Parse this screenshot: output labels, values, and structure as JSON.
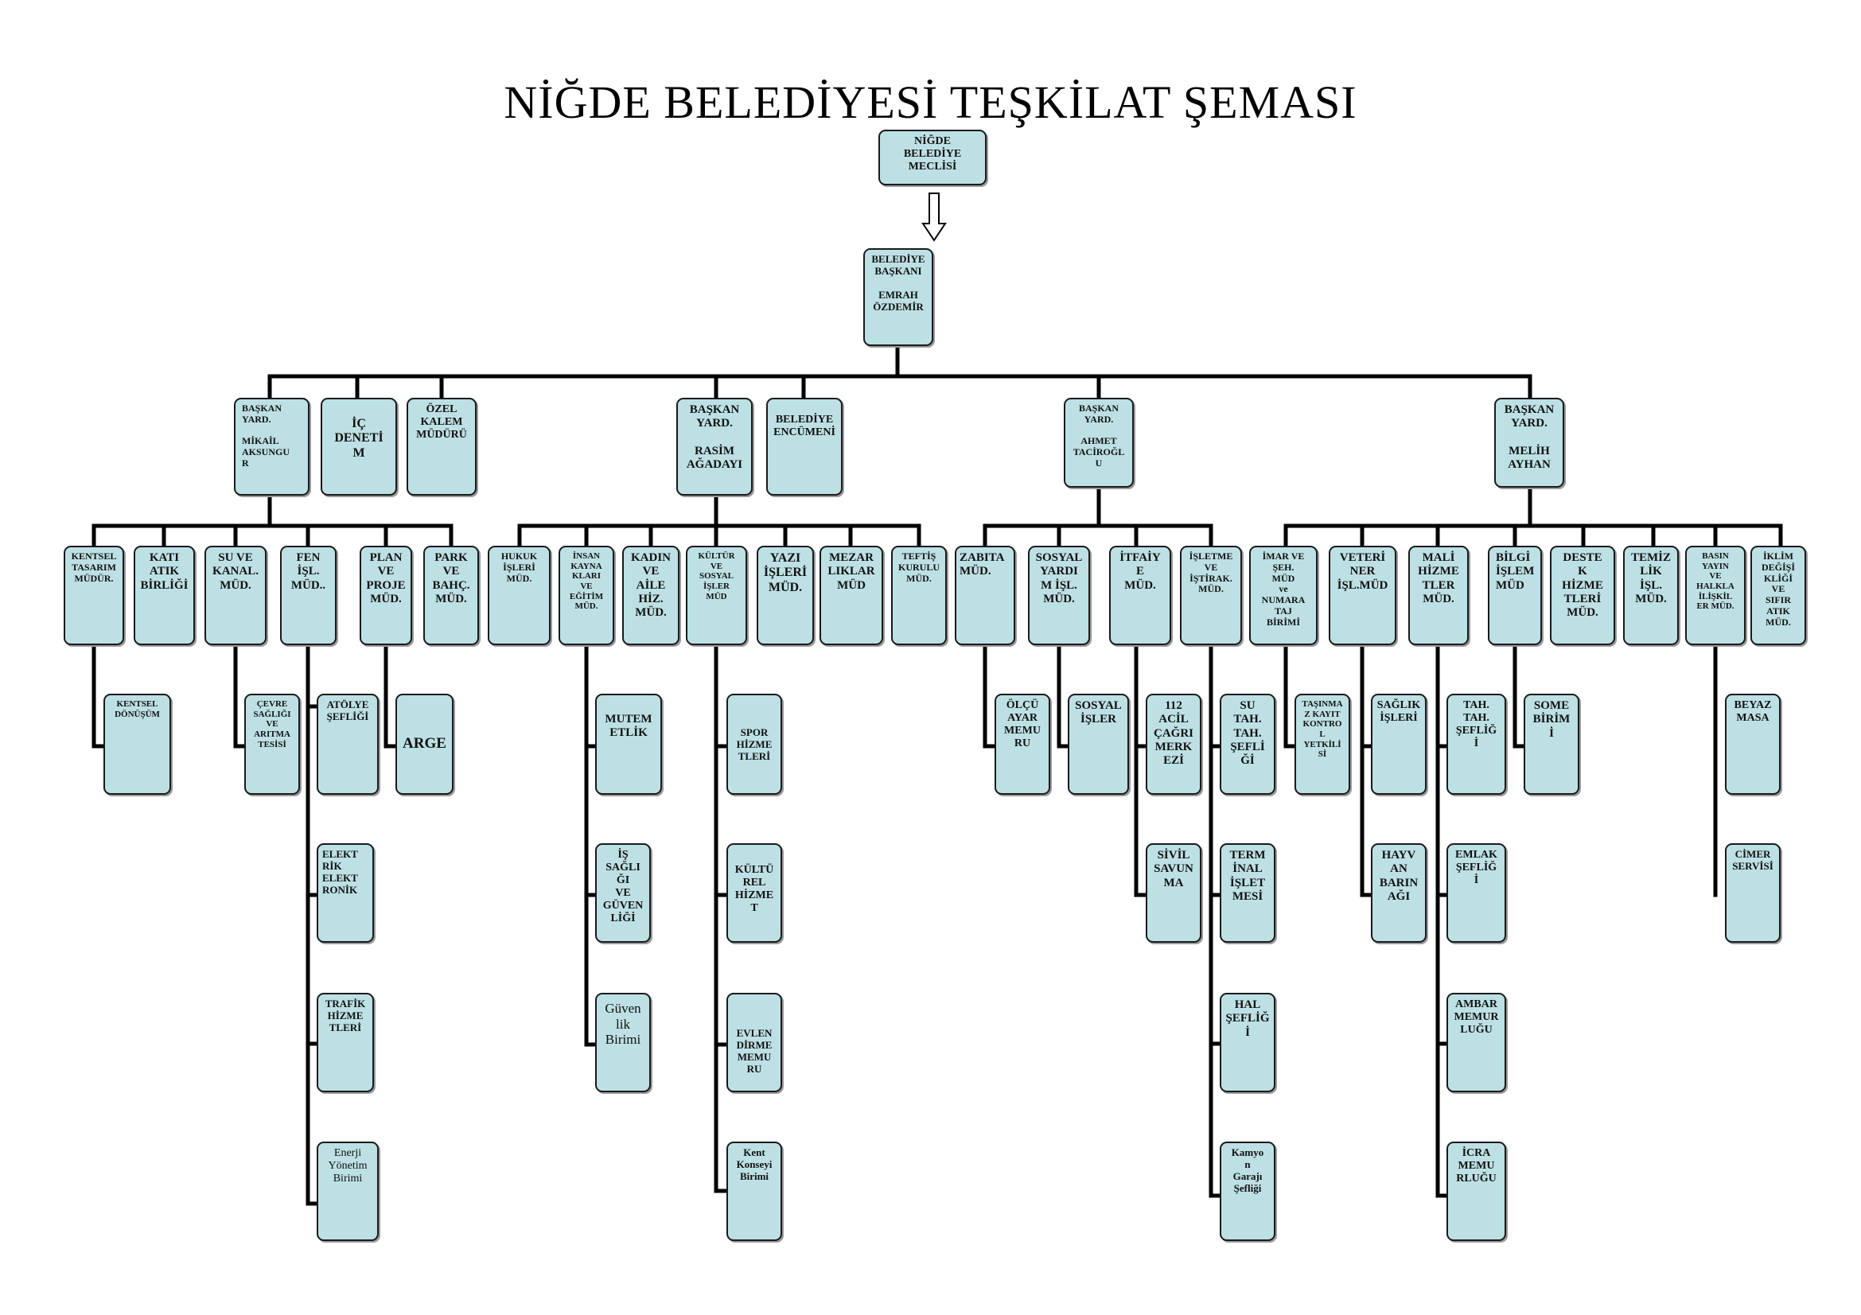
{
  "title": "NİĞDE BELEDİYESİ TEŞKİLAT ŞEMASI",
  "box_fill": "#bde0e4",
  "line_color": "#000000",
  "nodes": {
    "meclis": "NİĞDE\nBELEDİYE\nMECLİSİ",
    "baskan": "BELEDİYE\nBAŞKANI\n\nEMRAH\nÖZDEMİR",
    "by_mikail": "BAŞKAN\nYARD.\n\nMİKAİL\nAKSUNGU\nR",
    "ic_denetim": "İÇ\nDENETİ\nM",
    "ozel_kalem": "ÖZEL\nKALEM\nMÜDÜRÜ",
    "by_rasim": "BAŞKAN\nYARD.\n\nRASİM\nAĞADAYI",
    "encumen": "BELEDİYE\nENCÜMENİ",
    "by_ahmet": "BAŞKAN\nYARD.\n\nAHMET\nTACİROĞL\nU",
    "by_melih": "BAŞKAN\nYARD.\n\nMELİH\nAYHAN",
    "kentsel_tasarim": "KENTSEL\nTASARIM\nMÜDÜR.",
    "kati_atik": "KATI\nATIK\nBİRLİĞİ",
    "su_kanal": "SU VE\nKANAL.\nMÜD.",
    "fen_isl": "FEN\nİŞL.\nMÜD..",
    "plan_proje": "PLAN\nVE\nPROJE\nMÜD.",
    "park_bahce": "PARK\nVE\nBAHÇ.\nMÜD.",
    "kentsel_donusum": "KENTSEL\nDÖNÜŞÜM",
    "cevre_sagligi": "ÇEVRE\nSAĞLIĞI\nVE\nARITMA\nTESİSİ",
    "atolye": "ATÖLYE\nŞEFLİĞİ",
    "elektrik": "ELEKT\nRİK\nELEKT\nRONİK",
    "trafik": "TRAFİK\nHİZME\nTLERİ",
    "enerji": "Enerji\nYönetim\nBirimi",
    "arge": "ARGE",
    "hukuk": "HUKUK\nİŞLERİ\nMÜD.",
    "insan_kaynaklari": "İNSAN\nKAYNA\nKLARI\nVE\nEĞİTİM\nMÜD.",
    "kadin_aile": "KADIN\nVE\nAİLE\nHİZ.\nMÜD.",
    "kultur_sosyal": "KÜLTÜR\nVE\nSOSYAL\nİŞLER\nMÜD",
    "yazi_isleri": "YAZI\nİŞLERİ\nMÜD.",
    "mezarliklar": "MEZAR\nLIKLAR\nMÜD",
    "teftis": "TEFTİŞ\nKURULU\nMÜD.",
    "mutemetlik": "MUTEM\nETLİK",
    "is_sagligi": "İŞ\nSAĞLI\nĞI\nVE\nGÜVEN\nLİĞİ",
    "guvenlik": "Güven\nlik\nBirimi",
    "spor": "SPOR\nHİZME\nTLERİ",
    "kulturel": "KÜLTÜ\nREL\nHİZME\nT",
    "evlendirme": "EVLEN\nDİRME\nMEMU\nRU",
    "kent_konseyi": "Kent\nKonseyi\nBirimi",
    "zabita": "ZABITA\nMÜD.",
    "sosyal_yardim": "SOSYAL\nYARDI\nM İŞL.\nMÜD.",
    "itfaiye": "İTFAİY\nE\nMÜD.",
    "isletme": "İŞLETME\nVE\nİŞTİRAK.\nMÜD.",
    "olcu_ayar": "ÖLÇÜ\nAYAR\nMEMU\nRU",
    "sosyal_isler": "SOSYAL\nİŞLER",
    "acil_112": "112\nACİL\nÇAĞRI\nMERK\nEZİ",
    "sivil_savunma": "SİVİL\nSAVUN\nMA",
    "su_tah": "SU\nTAH.\nTAH.\nŞEFLİ\nĞİ",
    "terminal": "TERM\nİNAL\nİŞLET\nMESİ",
    "hal": "HAL\nŞEFLİĞ\nİ",
    "kamyon_garaji": "Kamyo\nn\nGarajı\nŞefliği",
    "imar": "İMAR VE\nŞEH.\nMÜD\nve\nNUMARA\nTAJ\nBİRİMİ",
    "veteriner": "VETERİ\nNER\nİŞL.MÜD",
    "mali_hizmetler": "MALİ\nHİZME\nTLER\nMÜD.",
    "bilgi_islem": "BİLGİ\nİŞLEM\nMÜD",
    "destek": "DESTE\nK\nHİZME\nTLERİ\nMÜD.",
    "temizlik": "TEMİZ\nLİK\nİŞL.\nMÜD.",
    "basin_yayin": "BASIN\nYAYIN\nVE\nHALKLA\nİLİŞKİL\nER MÜD.",
    "iklim": "İKLİM\nDEĞİŞİ\nKLİĞİ\nVE\nSIFIR\nATIK\nMÜD.",
    "tasinmaz": "TAŞINMA\nZ KAYIT\nKONTRO\nL\nYETKİLİ\nSİ",
    "saglik_isleri": "SAĞLIK\nİŞLERİ",
    "hayvan_barinagi": "HAYV\nAN\nBARIN\nAĞI",
    "tah_tah": "TAH.\nTAH.\nŞEFLİĞ\nİ",
    "emlak": "EMLAK\nŞEFLİĞ\nİ",
    "ambar": "AMBAR\nMEMUR\nLUĞU",
    "icra": "İCRA\nMEMU\nRLUĞU",
    "some": "SOME\nBİRİM\nİ",
    "beyaz_masa": "BEYAZ\nMASA",
    "cimer": "CİMER\nSERVİSİ"
  }
}
